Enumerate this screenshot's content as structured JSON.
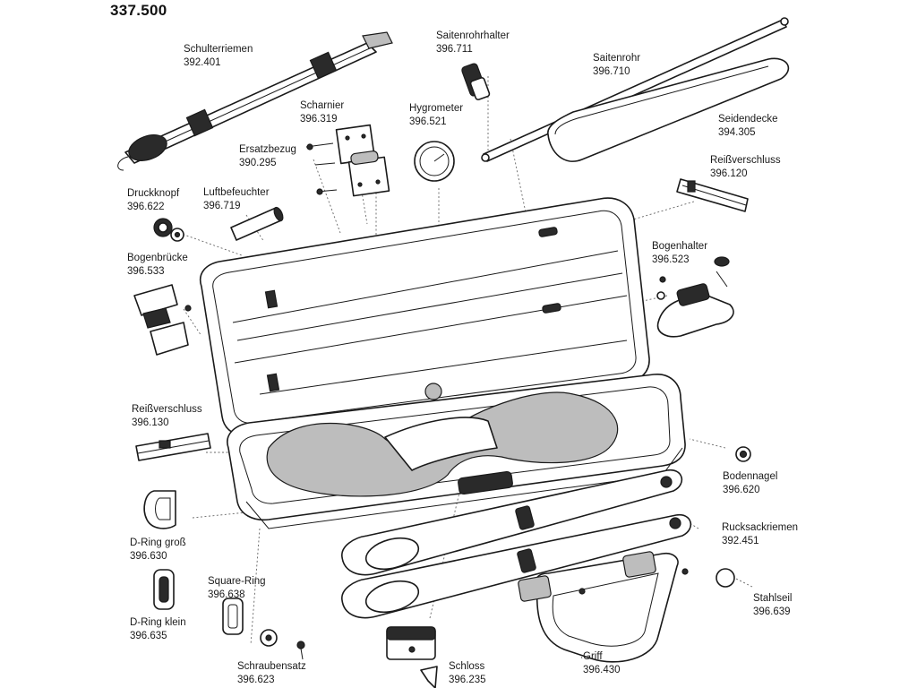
{
  "diagram": {
    "document_id": "337.500",
    "parts": [
      {
        "key": "schulterriemen",
        "name": "Schulterriemen",
        "code": "392.401"
      },
      {
        "key": "saitenrohrhalter",
        "name": "Saitenrohrhalter",
        "code": "396.711"
      },
      {
        "key": "saitenrohr",
        "name": "Saitenrohr",
        "code": "396.710"
      },
      {
        "key": "scharnier",
        "name": "Scharnier",
        "code": "396.319"
      },
      {
        "key": "hygrometer",
        "name": "Hygrometer",
        "code": "396.521"
      },
      {
        "key": "seidendecke",
        "name": "Seidendecke",
        "code": "394.305"
      },
      {
        "key": "ersatzbezug",
        "name": "Ersatzbezug",
        "code": "390.295"
      },
      {
        "key": "reissverschluss-top",
        "name": "Reißverschluss",
        "code": "396.120"
      },
      {
        "key": "druckknopf",
        "name": "Druckknopf",
        "code": "396.622"
      },
      {
        "key": "luftbefeuchter",
        "name": "Luftbefeuchter",
        "code": "396.719"
      },
      {
        "key": "bogenhalter",
        "name": "Bogenhalter",
        "code": "396.523"
      },
      {
        "key": "bogenbruecke",
        "name": "Bogenbrücke",
        "code": "396.533"
      },
      {
        "key": "reissverschluss-side",
        "name": "Reißverschluss",
        "code": "396.130"
      },
      {
        "key": "bodennagel",
        "name": "Bodennagel",
        "code": "396.620"
      },
      {
        "key": "rucksackriemen",
        "name": "Rucksackriemen",
        "code": "392.451"
      },
      {
        "key": "d-ring-gross",
        "name": "D-Ring groß",
        "code": "396.630"
      },
      {
        "key": "square-ring",
        "name": "Square-Ring",
        "code": "396.638"
      },
      {
        "key": "stahlseil",
        "name": "Stahlseil",
        "code": "396.639"
      },
      {
        "key": "d-ring-klein",
        "name": "D-Ring klein",
        "code": "396.635"
      },
      {
        "key": "schraubensatz",
        "name": "Schraubensatz",
        "code": "396.623"
      },
      {
        "key": "schloss",
        "name": "Schloss",
        "code": "396.235"
      },
      {
        "key": "griff",
        "name": "Griff",
        "code": "396.430"
      }
    ]
  }
}
